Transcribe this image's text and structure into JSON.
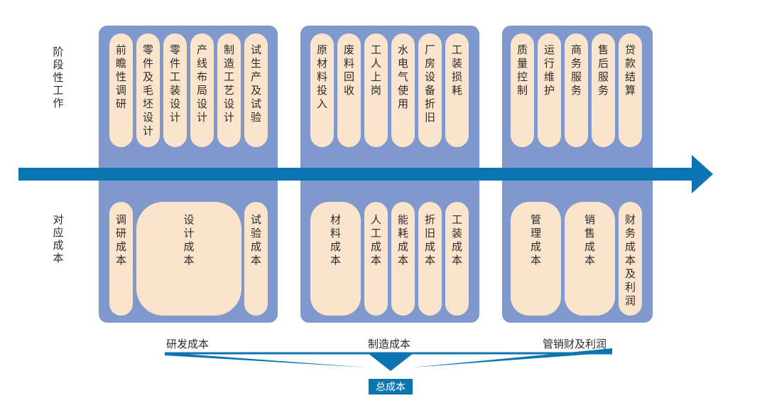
{
  "row_labels": {
    "stage_work": "阶段性工作",
    "cost": "对应成本"
  },
  "groups": [
    {
      "stage_items": [
        "前瞻性调研",
        "零件及毛坯设计",
        "零件工装设计",
        "产线布局设计",
        "制造工艺设计",
        "试生产及试验"
      ],
      "cost_items": [
        "调研成本",
        "设计成本",
        "试验成本"
      ],
      "summary": "研发成本"
    },
    {
      "stage_items": [
        "原材料投入",
        "废料回收",
        "工人上岗",
        "水电气使用",
        "厂房设备折旧",
        "工装损耗"
      ],
      "cost_items": [
        "材料成本",
        "人工成本",
        "能耗成本",
        "折旧成本",
        "工装成本"
      ],
      "summary": "制造成本"
    },
    {
      "stage_items": [
        "质量控制",
        "运行维护",
        "商务服务",
        "售后服务",
        "贷款结算"
      ],
      "cost_items": [
        "管理成本",
        "销售成本",
        "财务成本及利润"
      ],
      "summary": "管销财及利润"
    }
  ],
  "total": "总成本",
  "colors": {
    "group_fill": "#7f98cd",
    "cell_fill": "#fbe4cc",
    "arrow": "#0c74b0"
  }
}
